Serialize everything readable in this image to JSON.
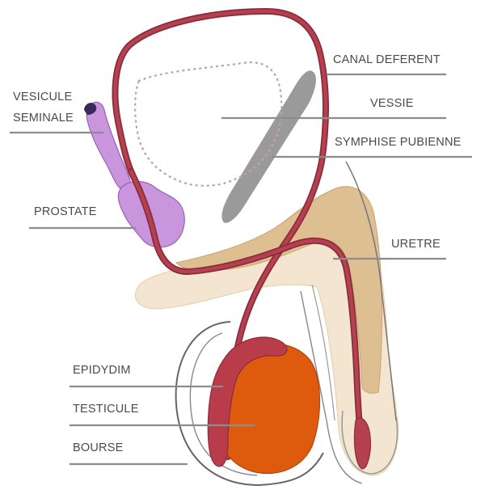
{
  "labels": {
    "canal_deferent": "CANAL DEFERENT",
    "vessie": "VESSIE",
    "symphise_pubienne": "SYMPHISE PUBIENNE",
    "uretre": "URETRE",
    "vesicule_seminale_line1": "VESICULE",
    "vesicule_seminale_line2": "SEMINALE",
    "prostate": "PROSTATE",
    "epidydim": "EPIDYDIM",
    "testicule": "TESTICULE",
    "bourse": "BOURSE"
  },
  "colors": {
    "duct": "#b5404f",
    "duct_outline": "#8a2c3a",
    "vesicle": "#c995dc",
    "vesicle_outline": "#9b5fb8",
    "penis_outer": "#f3e5cf",
    "penis_inner": "#ddbf91",
    "symphysis": "#9a9a9a",
    "testis": "#de5b0e",
    "epididymis": "#b83c4a",
    "bladder_dots": "#c9a0a8",
    "outline": "#555555",
    "leader": "#8c8c8c"
  }
}
